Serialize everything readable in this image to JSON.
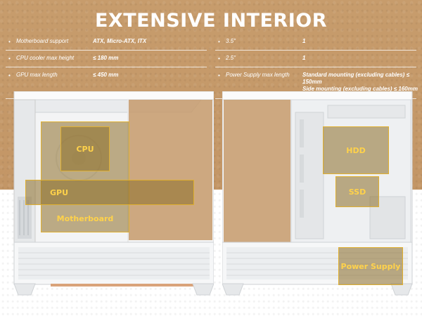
{
  "title": "EXTENSIVE INTERIOR",
  "specs_left": [
    {
      "label": "Motherboard support",
      "value": "ATX, Micro-ATX, ITX"
    },
    {
      "label": "CPU cooler max height",
      "value": "≤ 180 mm"
    },
    {
      "label": "GPU max length",
      "value": "≤ 450 mm"
    }
  ],
  "specs_right": [
    {
      "label": "3.5\"",
      "value": "1"
    },
    {
      "label": "2.5\"",
      "value": "1"
    },
    {
      "label": "Power Supply max length",
      "value_line1": "Standard mounting (excluding cables) ≤ 150mm",
      "value_line2": "Side mounting (excluding cables) ≤ 160mm"
    }
  ],
  "labels": {
    "cpu": "CPU",
    "gpu": "GPU",
    "motherboard": "Motherboard",
    "hdd": "HDD",
    "ssd": "SSD",
    "power_supply": "Power Supply"
  },
  "bullet_symbol": "•"
}
